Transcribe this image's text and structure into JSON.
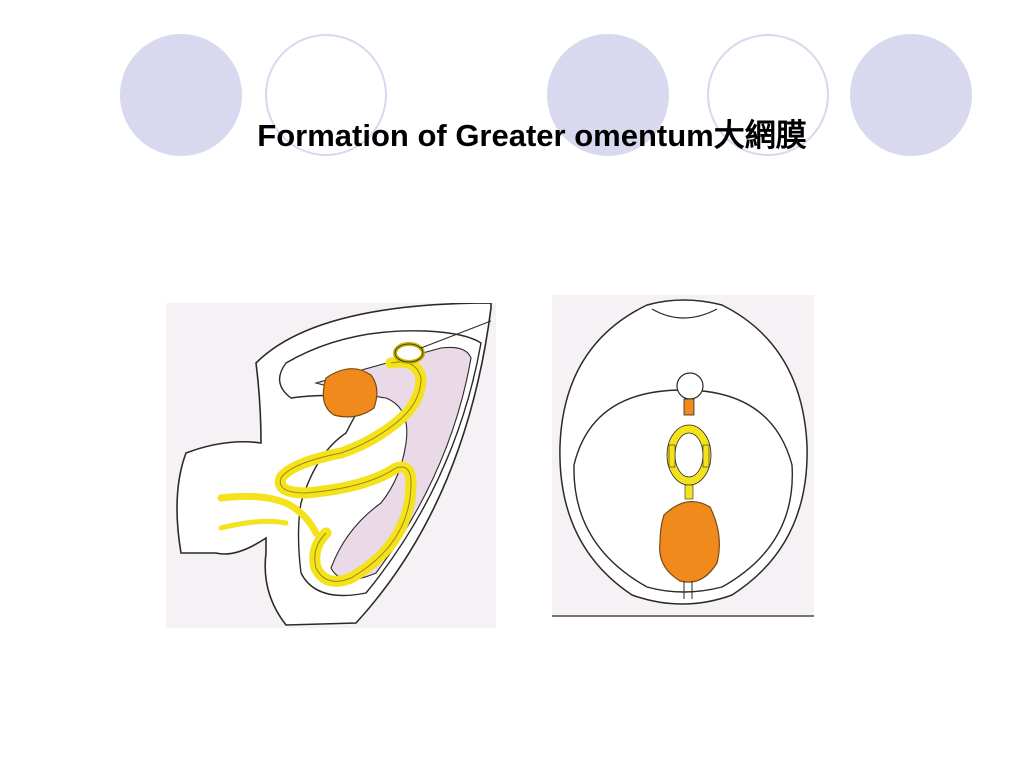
{
  "slide": {
    "title": "Formation of Greater omentum大網膜"
  },
  "colors": {
    "decor_circle": "#d8d8ee",
    "organ_yellow": "#f3e21c",
    "stomach_orange": "#f08a1c",
    "mesentery_pink": "#ead9e6",
    "figure_bg": "#f6f1f5",
    "outline": "#2a2a2a"
  },
  "figures": [
    {
      "name": "sagittal-embryo-illustration"
    },
    {
      "name": "transverse-section-illustration"
    }
  ]
}
